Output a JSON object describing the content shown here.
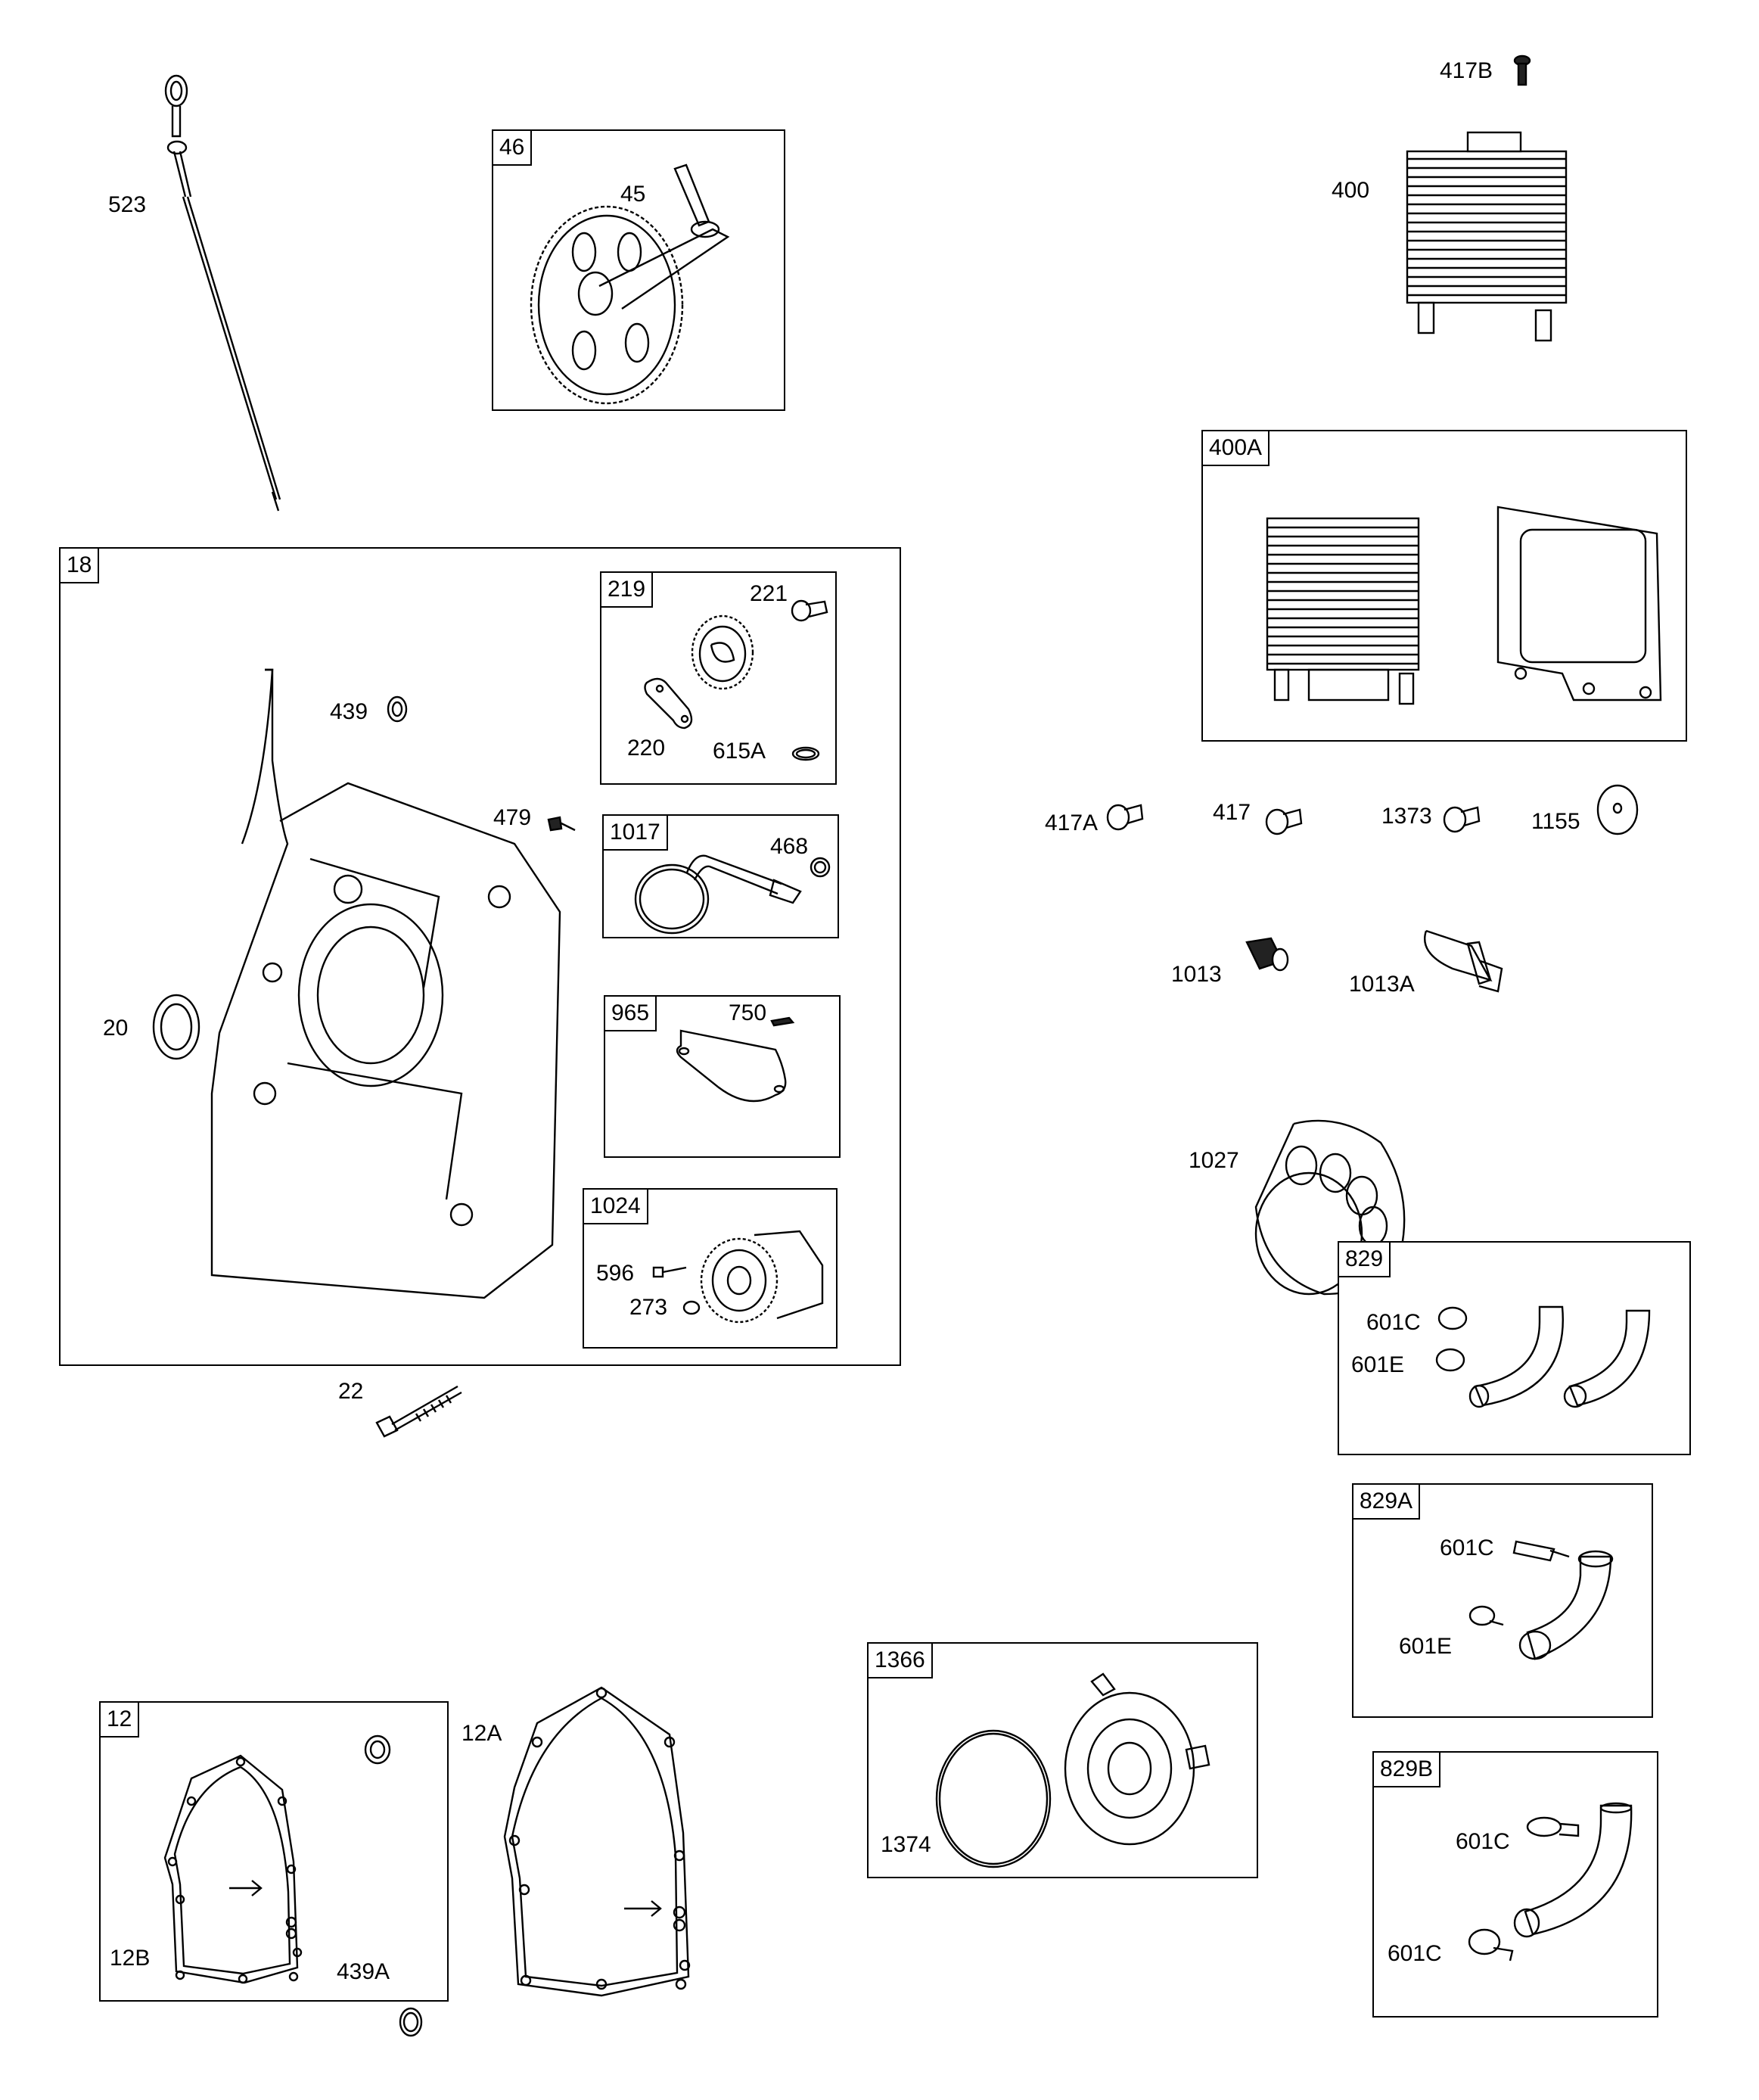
{
  "diagram": {
    "type": "exploded parts diagram",
    "callouts": {
      "dipstick": "523",
      "cam_kit": "46",
      "cam_pin": "45",
      "screw_417b": "417B",
      "oil_cooler": "400",
      "oil_cooler_kit": "400A",
      "crankcase_cover_kit": "18",
      "oil_seal_439": "439",
      "bolt_479": "479",
      "seal_20": "20",
      "bolt_22": "22",
      "governor_kit": "219",
      "pin_221": "221",
      "lever_220": "220",
      "ring_615a": "615A",
      "pickup_kit": "1017",
      "oring_468": "468",
      "plate_kit": "965",
      "screw_750": "750",
      "pump_kit": "1024",
      "screw_596": "596",
      "oring_273": "273",
      "screw_417a": "417A",
      "screw_417": "417",
      "screw_1373": "1373",
      "washer_1155": "1155",
      "fitting_1013": "1013",
      "fitting_1013a": "1013A",
      "filter_1027": "1027",
      "hose_kit_829": "829",
      "clamp_601c_a": "601C",
      "clamp_601e_a": "601E",
      "hose_kit_829a": "829A",
      "clamp_601c_b": "601C",
      "clamp_601e_b": "601E",
      "hose_kit_829b": "829B",
      "clamp_601c_c": "601C",
      "clamp_601c_d": "601C",
      "adapter_kit": "1366",
      "oring_1374": "1374",
      "gasket_kit": "12",
      "gasket_12b": "12B",
      "seal_439a": "439A",
      "gasket_12a": "12A"
    }
  }
}
